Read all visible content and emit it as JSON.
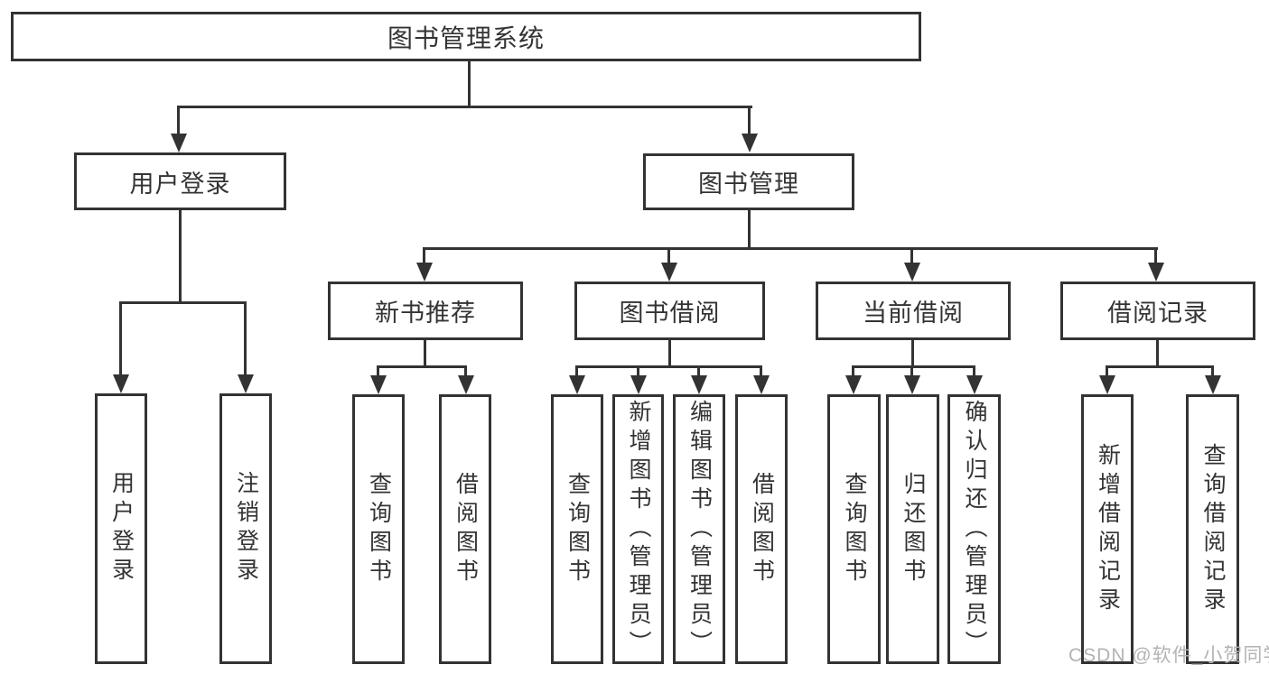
{
  "diagram": {
    "type": "tree-flowchart",
    "root": {
      "label": "图书管理系统"
    },
    "level2": {
      "user_login": {
        "label": "用户登录"
      },
      "book_mgmt": {
        "label": "图书管理"
      }
    },
    "level3": {
      "new_books": {
        "label": "新书推荐"
      },
      "book_borrow": {
        "label": "图书借阅"
      },
      "current_borrow": {
        "label": "当前借阅"
      },
      "borrow_records": {
        "label": "借阅记录"
      }
    },
    "leaves": {
      "user_login": {
        "label": "用户登录"
      },
      "logout": {
        "label": "注销登录"
      },
      "nb_query_books": {
        "label": "查询图书"
      },
      "nb_borrow_books": {
        "label": "借阅图书"
      },
      "bb_query_books": {
        "label": "查询图书"
      },
      "bb_add_books": {
        "label": "新增图书（管理员）"
      },
      "bb_edit_books": {
        "label": "编辑图书（管理员）"
      },
      "bb_borrow_books": {
        "label": "借阅图书"
      },
      "cb_query_books": {
        "label": "查询图书"
      },
      "cb_return_books": {
        "label": "归还图书"
      },
      "cb_confirm_return": {
        "label": "确认归还（管理员）"
      },
      "br_add_record": {
        "label": "新增借阅记录"
      },
      "br_query_record": {
        "label": "查询借阅记录"
      }
    }
  },
  "watermark": {
    "text": "CSDN @软件_小贺同学"
  },
  "colors": {
    "line": "#333333",
    "text": "#333333",
    "background": "#ffffff",
    "watermark": "#b3b3b3"
  }
}
